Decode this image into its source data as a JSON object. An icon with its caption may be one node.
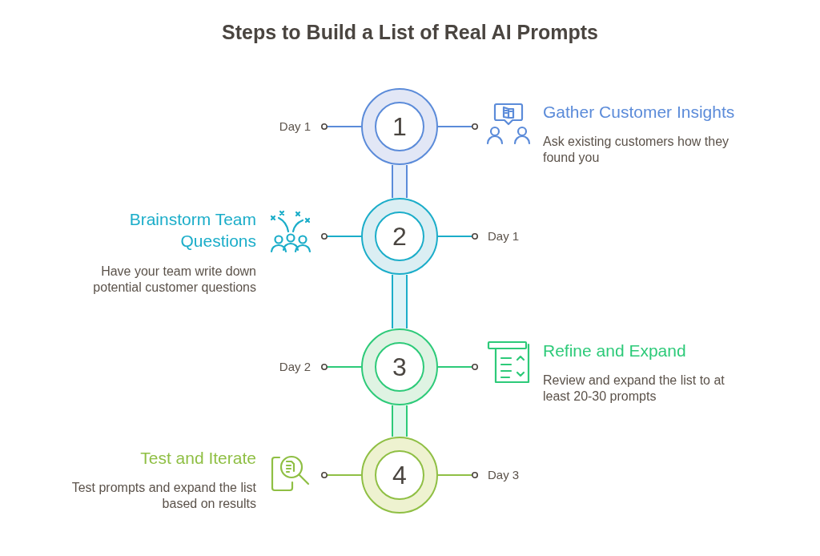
{
  "diagram": {
    "title": "Steps to Build a List of Real AI Prompts",
    "nodes": [
      {
        "text": [
          "Day 1"
        ]
      },
      {
        "text": [
          "1"
        ]
      },
      {
        "text": [
          "Gather Customer Insights",
          "Ask existing customers how they found you"
        ]
      },
      {
        "text": [
          "Brainstorm Team Questions",
          "Have your team write down potential customer questions"
        ]
      },
      {
        "text": [
          "2"
        ]
      },
      {
        "text": [
          "Day 1"
        ]
      },
      {
        "text": [
          "Day 2"
        ]
      },
      {
        "text": [
          "3"
        ]
      },
      {
        "text": [
          "Refine and Expand",
          "Review and expand the list to at least 20-30 prompts"
        ]
      },
      {
        "text": [
          "Test and Iterate",
          "Test prompts and expand the list based on results"
        ]
      },
      {
        "text": [
          "4"
        ]
      },
      {
        "text": [
          "Day 3"
        ]
      }
    ],
    "edges": [
      {
        "from": 1,
        "to": 0,
        "arrow": "other",
        "color": "#5b8bd9"
      },
      {
        "from": 1,
        "to": 2,
        "arrow": "other",
        "color": "#5b8bd9"
      },
      {
        "from": 1,
        "to": 4,
        "arrow": "none",
        "style": "thick",
        "color": "#5b8bd9"
      },
      {
        "from": 4,
        "to": 3,
        "arrow": "other",
        "color": "#1badc9"
      },
      {
        "from": 4,
        "to": 5,
        "arrow": "other",
        "color": "#1badc9"
      },
      {
        "from": 4,
        "to": 7,
        "arrow": "none",
        "style": "thick",
        "color": "#1badc9"
      },
      {
        "from": 7,
        "to": 6,
        "arrow": "other",
        "color": "#2dca79"
      },
      {
        "from": 7,
        "to": 8,
        "arrow": "other",
        "color": "#2dca79"
      },
      {
        "from": 7,
        "to": 10,
        "arrow": "none",
        "style": "thick",
        "color": "#2dca79"
      },
      {
        "from": 10,
        "to": 9,
        "arrow": "other",
        "color": "#8fbf44"
      },
      {
        "from": 10,
        "to": 11,
        "arrow": "other",
        "color": "#8fbf44"
      }
    ]
  }
}
